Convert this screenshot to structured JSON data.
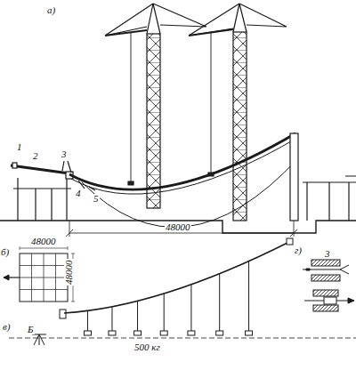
{
  "diagram": {
    "labels": [
      "а)",
      "1",
      "2",
      "3",
      "4",
      "5",
      "48000",
      "б)",
      "48000",
      "48000",
      "в)",
      "Б",
      "500 кг",
      "г)",
      "3"
    ]
  }
}
